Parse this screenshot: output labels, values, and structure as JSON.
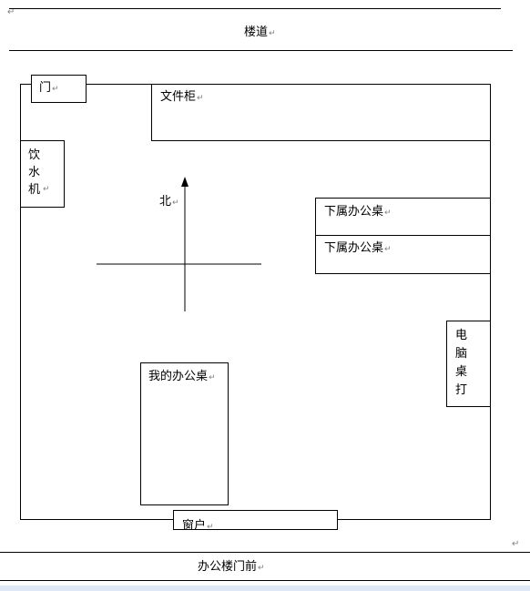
{
  "corridor": "楼道",
  "door": "门",
  "file_cabinet": "文件柜",
  "water_dispenser": "饮水机",
  "north": "北",
  "subordinate_desk_1": "下属办公桌",
  "subordinate_desk_2": "下属办公桌",
  "computer_desk": "电脑桌打",
  "my_desk": "我的办公桌",
  "window": "窗户",
  "building_front": "办公楼门前",
  "para_mark": "↵"
}
